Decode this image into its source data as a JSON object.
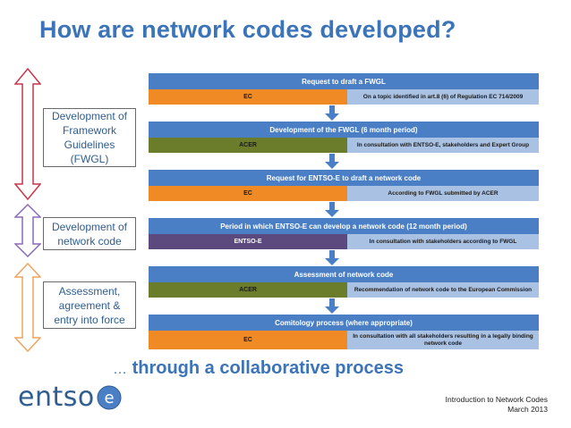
{
  "title": "How are network codes developed?",
  "phases": [
    {
      "label": "Development of Framework Guidelines (FWGL)",
      "color": "#c7364a"
    },
    {
      "label": "Development of network code",
      "color": "#8a6bb8"
    },
    {
      "label": "Assessment, agreement & entry into force",
      "color": "#f0a35e"
    }
  ],
  "steps": [
    {
      "header": "Request to draft a FWGL",
      "actor": "EC",
      "actor_type": "ec",
      "desc": "On a topic identified in art.8 (6) of Regulation EC 714/2009"
    },
    {
      "header": "Development of the  FWGL (6 month period)",
      "actor": "ACER",
      "actor_type": "acer",
      "desc": "In consultation with ENTSO-E, stakeholders and Expert Group"
    },
    {
      "header": "Request for ENTSO-E to draft a network code",
      "actor": "EC",
      "actor_type": "ec",
      "desc": "According to FWGL submitted by ACER"
    },
    {
      "header": "Period in which ENTSO-E can develop a network code (12 month period)",
      "actor": "ENTSO-E",
      "actor_type": "entsoe",
      "desc": "In consultation with stakeholders according to FWGL"
    },
    {
      "header": "Assessment of network code",
      "actor": "ACER",
      "actor_type": "acer",
      "desc": "Recommendation of network code to the European Commission"
    },
    {
      "header": "Comitology  process (where appropriate)",
      "actor": "EC",
      "actor_type": "ec",
      "desc": "In consultation with all stakeholders resulting in a legally binding network code"
    }
  ],
  "tagline": {
    "prefix": "…",
    "text": "through a collaborative process"
  },
  "logo": {
    "text": "entso",
    "mark": "e"
  },
  "footer": {
    "line1": "Introduction to Network Codes",
    "line2": "March 2013"
  },
  "colors": {
    "header": "#4a7fc6",
    "ec": "#f08a25",
    "acer": "#6b7d2a",
    "entsoe": "#5c4a7e",
    "desc": "#a9c1e3",
    "title": "#3b74b8"
  }
}
